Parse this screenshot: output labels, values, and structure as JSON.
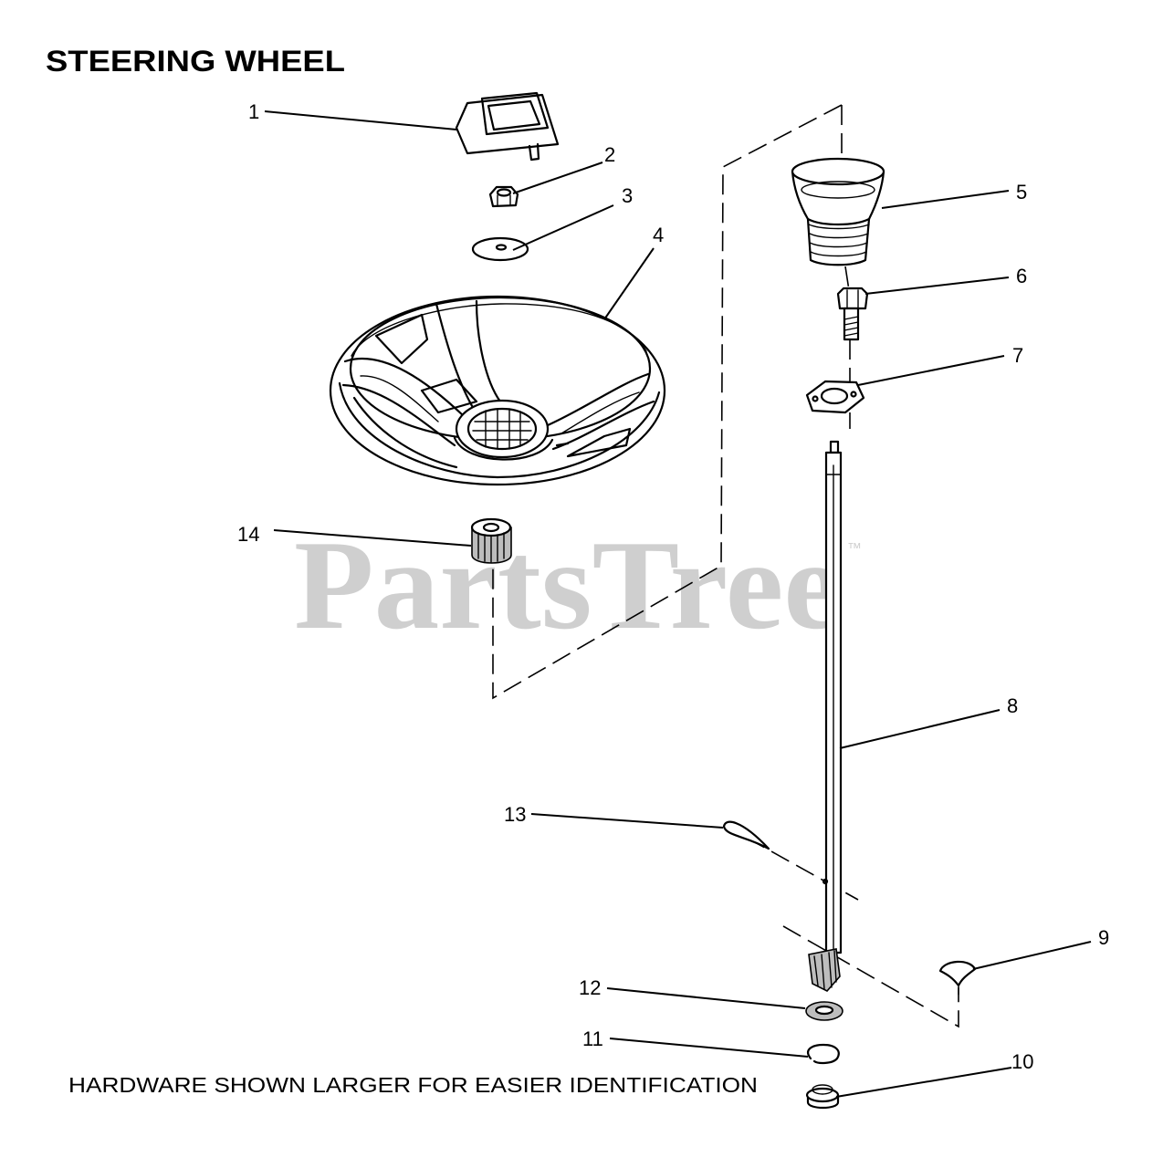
{
  "title": "STEERING WHEEL",
  "note": "HARDWARE SHOWN LARGER FOR EASIER IDENTIFICATION",
  "watermark": {
    "text": "PartsTree",
    "mark": "™"
  },
  "callouts": [
    "1",
    "2",
    "3",
    "4",
    "5",
    "6",
    "7",
    "8",
    "9",
    "10",
    "11",
    "12",
    "13",
    "14"
  ],
  "colors": {
    "ink": "#000000",
    "watermark": "#cfcfcf",
    "background": "#ffffff"
  }
}
